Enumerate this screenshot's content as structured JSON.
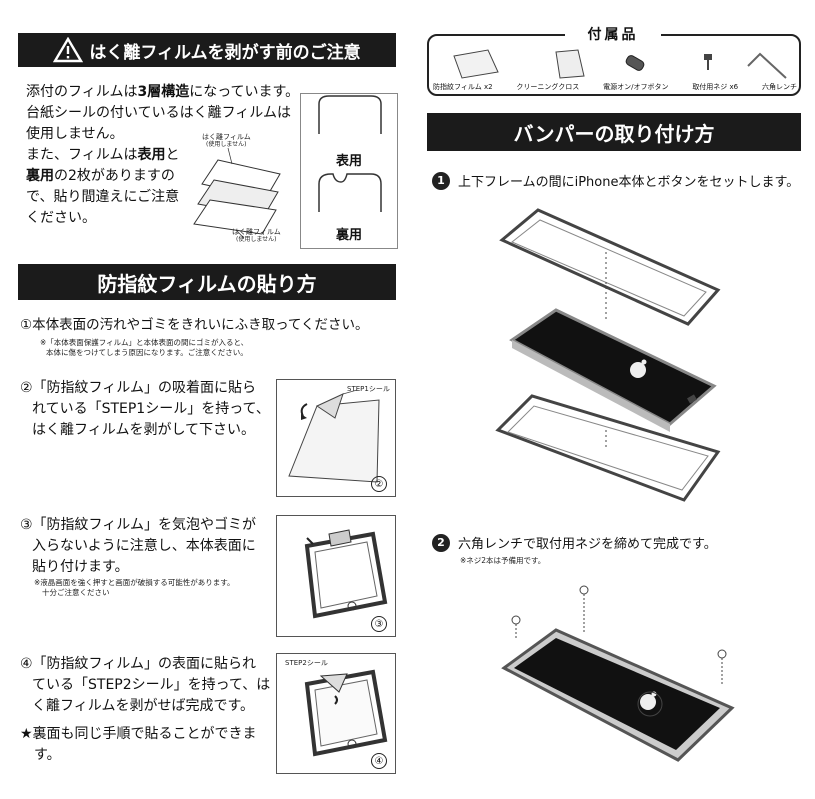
{
  "caution": {
    "title": "はく離フィルムを剥がす前のご注意",
    "line1_pre": "添付のフィルムは",
    "line1_bold": "3層構造",
    "line1_post": "になっています。",
    "line2": "台紙シールの付いているはく離フィルムは",
    "line3": "使用しません。",
    "line4_pre": "また、フィルムは",
    "line4_bold": "表用",
    "line4_post": "と",
    "line5_bold": "裏用",
    "line5_post": "の2枚がありますの",
    "line6": "で、貼り間違えにご注意",
    "line7": "ください。",
    "label_top": "はく離フィルム",
    "label_top_sub": "(使用しません)",
    "label_bottom": "はく離フィルム",
    "label_bottom_sub": "(使用しません)",
    "front_label": "表用",
    "back_label": "裏用"
  },
  "film": {
    "title": "防指紋フィルムの貼り方",
    "step1": "①本体表面の汚れやゴミをきれいにふき取ってください。",
    "step1_note1": "※「本体表面保護フィルム」と本体表面の間にゴミが入ると、",
    "step1_note2": "本体に傷をつけてしまう原因になります。ご注意ください。",
    "step2_l1": "②「防指紋フィルム」の吸着面に貼ら",
    "step2_l2": "れている「STEP1シール」を持って、",
    "step2_l3": "はく離フィルムを剥がして下さい。",
    "step2_tag": "STEP1シール",
    "step2_num": "②",
    "step3_l1": "③「防指紋フィルム」を気泡やゴミが",
    "step3_l2": "入らないように注意し、本体表面に",
    "step3_l3": "貼り付けます。",
    "step3_note1": "※液晶画面を強く押すと画面が破損する可能性があります。",
    "step3_note2": "十分ご注意ください",
    "step3_num": "③",
    "step4_l1": "④「防指紋フィルム」の表面に貼られ",
    "step4_l2": "ている「STEP2シール」を持って、は",
    "step4_l3": "く離フィルムを剥がせば完成です。",
    "step4_tag": "STEP2シール",
    "step4_num": "④",
    "star_l1": "★裏面も同じ手順で貼ることができま",
    "star_l2": "す。"
  },
  "accessories": {
    "title": "付属品",
    "items": [
      "防指紋フィルム x2",
      "クリーニングクロス",
      "電源オン/オフボタン",
      "取付用ネジ x6",
      "六角レンチ"
    ]
  },
  "bumper": {
    "title": "バンパーの取り付け方",
    "step1_num": "1",
    "step1": "上下フレームの間にiPhone本体とボタンをセットします。",
    "step2_num": "2",
    "step2": "六角レンチで取付用ネジを締めて完成です。",
    "step2_note": "※ネジ2本は予備用です。"
  }
}
